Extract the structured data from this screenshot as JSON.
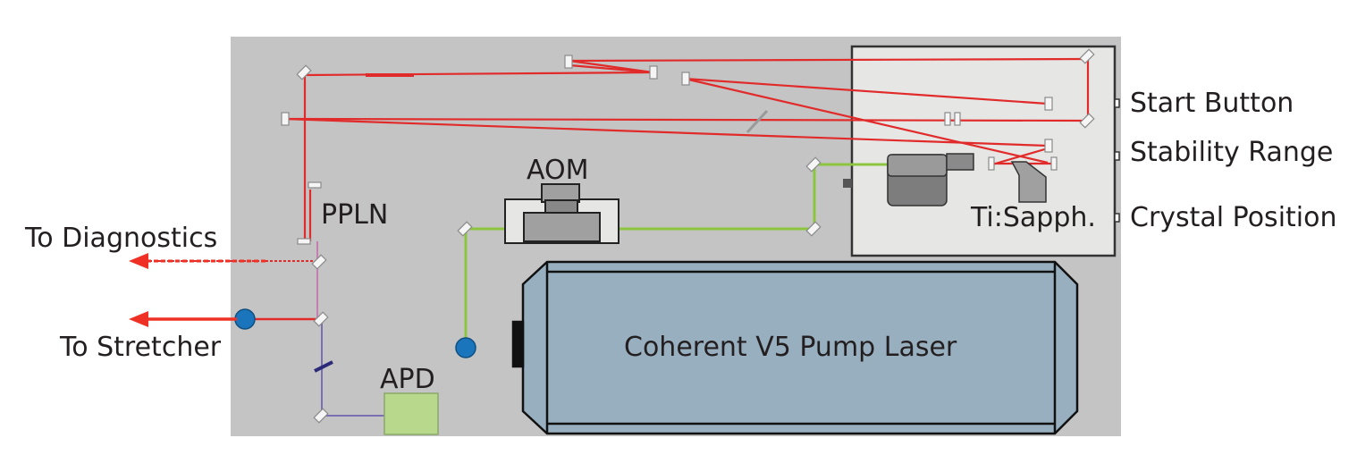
{
  "labels": {
    "to_diagnostics": "To Diagnostics",
    "to_stretcher": "To Stretcher",
    "ppln": "PPLN",
    "aom": "AOM",
    "apd": "APD",
    "ti_sapph": "Ti:Sapph.",
    "pump_laser": "Coherent V5 Pump Laser",
    "start_button": "Start Button",
    "stability_range": "Stability Range",
    "crystal_position": "Crystal Position"
  },
  "colors": {
    "table": "#c4c4c4",
    "red_beam": "#e12b2b",
    "green_beam": "#8cc63f",
    "pump_beam": "#c37fb1",
    "detector_beam": "#7a6fb0",
    "laser_body": "#98afc0",
    "cavity_box": "#e6e6e4",
    "apd_box": "#b8d98b",
    "blue_port": "#1b75bc",
    "arrow_red": "#ee3124"
  }
}
